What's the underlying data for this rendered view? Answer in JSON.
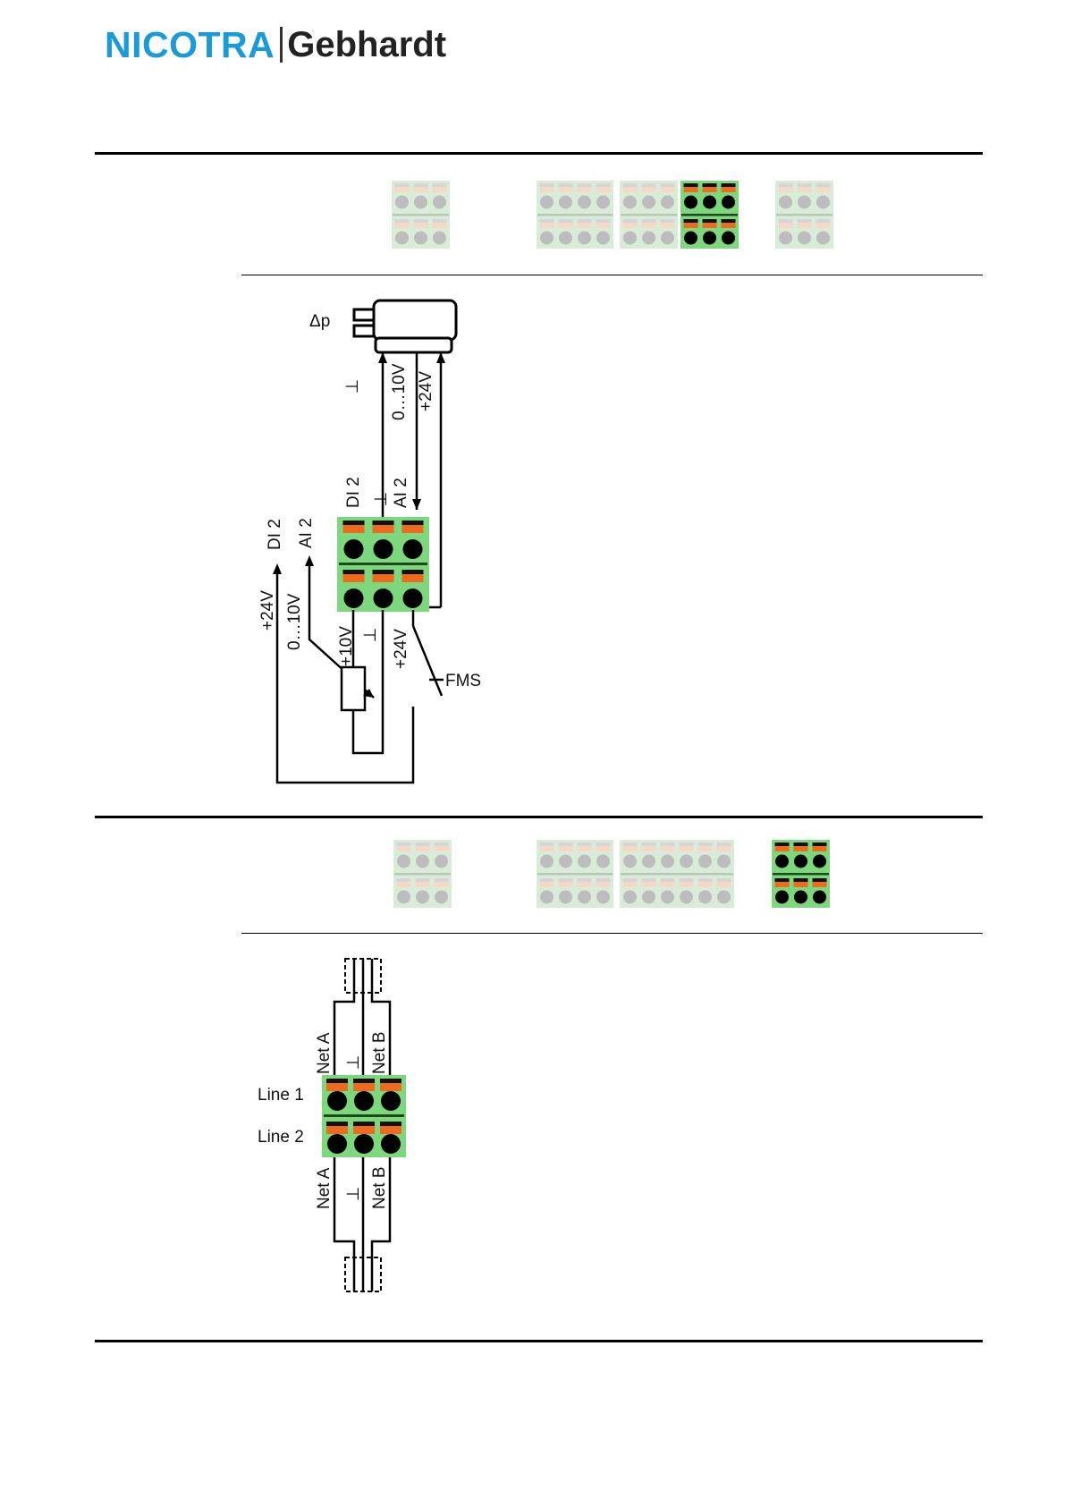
{
  "logo": {
    "part1": "NICOTRA",
    "part2": "Gebhardt",
    "color": "#1a9ad6"
  },
  "colors": {
    "terminal_active": "#7dd87d",
    "terminal_inactive": "#d8ecd8",
    "clip_orange": "#ee6a1c"
  },
  "section1": {
    "terminal_overview": {
      "active_group": "third",
      "groups": [
        "3x2",
        "4x2",
        "3x2",
        "3x2",
        "3x2"
      ]
    },
    "diagram": {
      "sensor_label": "Δp",
      "top_ground": "⊥",
      "top_signal": "0…10V",
      "top_supply": "+24V",
      "block_top_labels": [
        "DI 2",
        "⊥",
        "AI 2"
      ],
      "left_labels": [
        "DI 2",
        "AI 2"
      ],
      "left_supply": "+24V",
      "left_signal": "0…10V",
      "bottom_labels": [
        "+10V",
        "⊥",
        "+24V"
      ],
      "fms_label": "FMS"
    }
  },
  "section2": {
    "terminal_overview": {
      "active_group": "last"
    },
    "diagram": {
      "top_labels": [
        "Net A",
        "⊥",
        "Net B"
      ],
      "line1": "Line 1",
      "line2": "Line 2",
      "bottom_labels": [
        "Net A",
        "⊥",
        "Net B"
      ]
    }
  }
}
